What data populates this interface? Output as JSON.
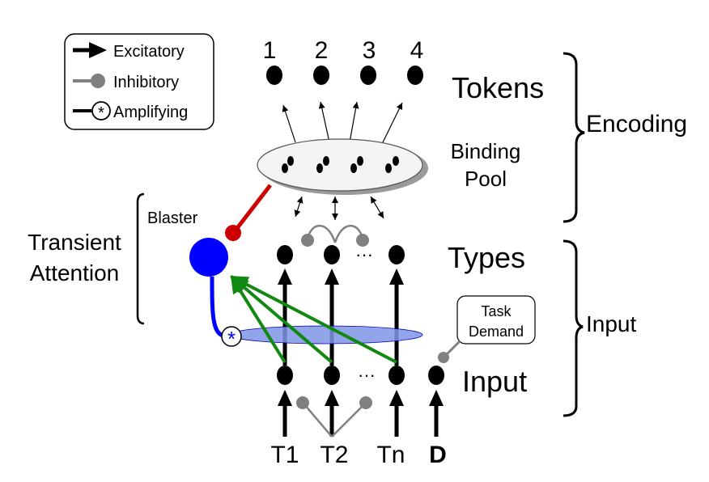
{
  "legend": {
    "excitatory": "Excitatory",
    "inhibitory": "Inhibitory",
    "amplifying": "Amplifying",
    "amplify_symbol": "*"
  },
  "tokens": {
    "numbers": [
      "1",
      "2",
      "3",
      "4"
    ],
    "label": "Tokens"
  },
  "binding_pool": {
    "line1": "Binding",
    "line2": "Pool"
  },
  "blaster": "Blaster",
  "transient_attention": {
    "line1": "Transient",
    "line2": "Attention"
  },
  "types_label": "Types",
  "ellipsis": "···",
  "task_demand": {
    "line1": "Task",
    "line2": "Demand"
  },
  "input_label": "Input",
  "inputs": [
    "T1",
    "T2",
    "Tn",
    "D"
  ],
  "groups": {
    "encoding": "Encoding",
    "input": "Input"
  },
  "colors": {
    "excitatory": "#000000",
    "inhibitory": "#808080",
    "blaster": "#0000ff",
    "blaster_link": "#cc0000",
    "attention_path": "#118811",
    "attention_gate": "#7f95e6"
  }
}
